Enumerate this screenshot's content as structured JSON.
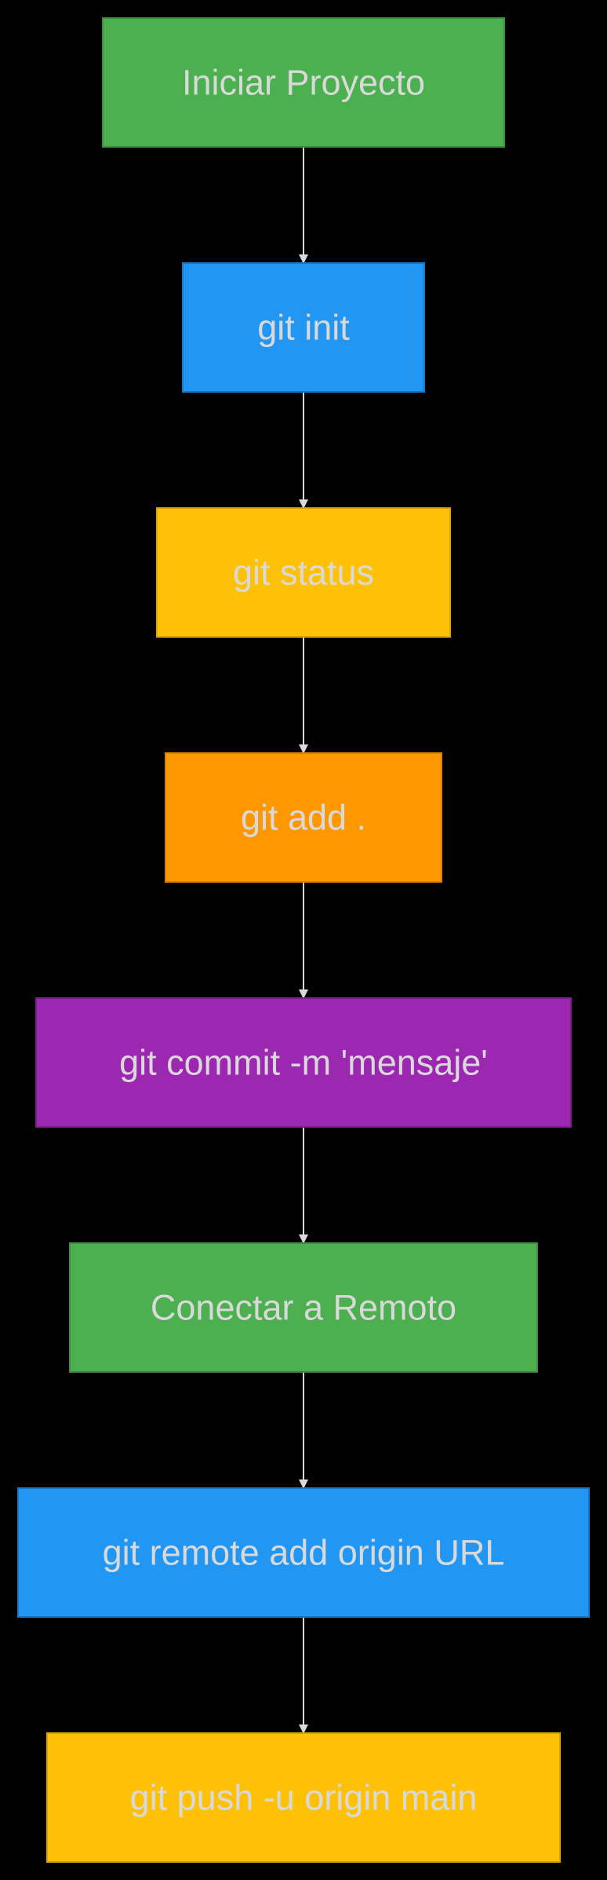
{
  "diagram": {
    "type": "flowchart",
    "direction": "top-to-bottom",
    "background": "#000000",
    "text_color": "#d9d9d9",
    "connector_color": "#d9d9d9",
    "nodes": [
      {
        "id": "n1",
        "label": "Iniciar Proyecto",
        "fill": "#4caf50",
        "stroke": "#3e8e41"
      },
      {
        "id": "n2",
        "label": "git init",
        "fill": "#2196f3",
        "stroke": "#1a78c2"
      },
      {
        "id": "n3",
        "label": "git status",
        "fill": "#ffc107",
        "stroke": "#d9a406"
      },
      {
        "id": "n4",
        "label": "git add .",
        "fill": "#ff9800",
        "stroke": "#d98100"
      },
      {
        "id": "n5",
        "label": "git commit -m 'mensaje'",
        "fill": "#9c27b0",
        "stroke": "#7b1f8b"
      },
      {
        "id": "n6",
        "label": "Conectar a Remoto",
        "fill": "#4caf50",
        "stroke": "#3e8e41"
      },
      {
        "id": "n7",
        "label": "git remote add origin URL",
        "fill": "#2196f3",
        "stroke": "#1a78c2"
      },
      {
        "id": "n8",
        "label": "git push -u origin main",
        "fill": "#ffc107",
        "stroke": "#d9a406"
      }
    ],
    "edges": [
      {
        "from": "n1",
        "to": "n2"
      },
      {
        "from": "n2",
        "to": "n3"
      },
      {
        "from": "n3",
        "to": "n4"
      },
      {
        "from": "n4",
        "to": "n5"
      },
      {
        "from": "n5",
        "to": "n6"
      },
      {
        "from": "n6",
        "to": "n7"
      },
      {
        "from": "n7",
        "to": "n8"
      }
    ]
  }
}
